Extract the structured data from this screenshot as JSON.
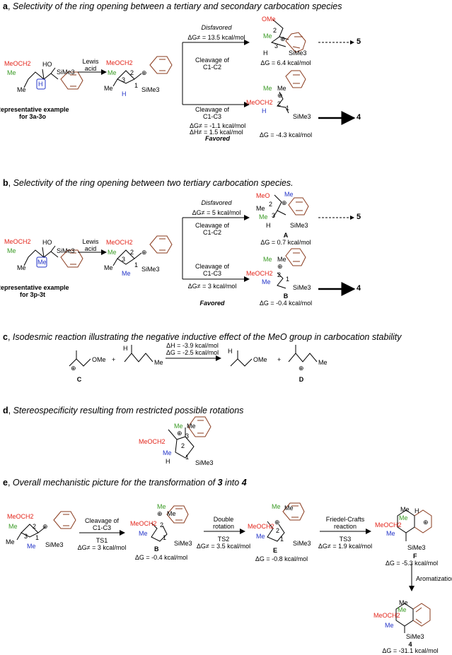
{
  "sections": {
    "a": {
      "letter": "a",
      "title": "Selectivity of the ring opening between a tertiary and secondary carbocation species"
    },
    "b": {
      "letter": "b",
      "title": "Selectivity of the ring opening between two tertiary carbocation species."
    },
    "c": {
      "letter": "c",
      "title": "Isodesmic reaction illustrating the negative inductive effect of the MeO group in carbocation stability"
    },
    "d": {
      "letter": "d",
      "title": "Stereospecificity resulting from restricted possible rotations"
    },
    "e": {
      "letter": "e",
      "title_pre": "Overall mechanistic picture for the transformation of ",
      "n3": "3",
      "title_mid": " into ",
      "n4": "4"
    }
  },
  "a": {
    "rep_line1": "Representative example",
    "rep_line2": "for 3a-3o",
    "lewis1": "Lewis",
    "lewis2": "acid",
    "disfavored": "Disfavored",
    "dg_top": "ΔG≠ = 13.5 kcal/mol",
    "cleave_top1": "Cleavage of",
    "cleave_top2": "C1-C2",
    "cleave_bot1": "Cleavage of",
    "cleave_bot2": "C1-C3",
    "dg_bot": "ΔG≠ = -1.1 kcal/mol",
    "dh_bot": "ΔH≠ = 1.5 kcal/mol",
    "favored": "Favored",
    "dg_prod_top": "ΔG = 6.4 kcal/mol",
    "dg_prod_bot": "ΔG = -4.3 kcal/mol",
    "prod5": "5",
    "prod4": "4"
  },
  "b": {
    "rep_line1": "Representative example",
    "rep_line2": "for 3p-3t",
    "lewis1": "Lewis",
    "lewis2": "acid",
    "disfavored": "Disfavored",
    "dg_top": "ΔG≠ = 5 kcal/mol",
    "cleave_top1": "Cleavage of",
    "cleave_top2": "C1-C2",
    "cleave_bot1": "Cleavage of",
    "cleave_bot2": "C1-C3",
    "dg_bot": "ΔG≠ = 3 kcal/mol",
    "favored": "Favored",
    "label_A": "A",
    "dg_A": "ΔG = 0.7 kcal/mol",
    "label_B": "B",
    "dg_B": "ΔG = -0.4 kcal/mol",
    "prod5": "5",
    "prod4": "4"
  },
  "c": {
    "dh": "ΔH = -3.9 kcal/mol",
    "dg": "ΔG = -2.5 kcal/mol",
    "label_C": "C",
    "label_D": "D",
    "plus": "+",
    "ome": "OMe",
    "me": "Me",
    "h": "H"
  },
  "e": {
    "step1_1": "Cleavage of",
    "step1_2": "C1-C3",
    "step1_ts": "TS1",
    "step1_dg": "ΔG≠ = 3 kcal/mol",
    "step2_1": "Double",
    "step2_2": "rotation",
    "step2_ts": "TS2",
    "step2_dg": "ΔG≠ = 3.5 kcal/mol",
    "step3_1": "Friedel-Crafts",
    "step3_2": "reaction",
    "step3_ts": "TS3",
    "step3_dg": "ΔG≠ = 1.9 kcal/mol",
    "label_B": "B",
    "dg_B": "ΔG = -0.4 kcal/mol",
    "label_E": "E",
    "dg_E": "ΔG = -0.8 kcal/mol",
    "label_F": "F",
    "dg_F": "ΔG = -5.3 kcal/mol",
    "aromatization": "Aromatization",
    "label_4": "4",
    "dg_4": "ΔG = -31.1 kcal/mol"
  },
  "atoms": {
    "meoch2": "MeOCH2",
    "meo": "MeO",
    "ome": "OMe",
    "me": "Me",
    "h": "H",
    "ho": "HO",
    "sime3": "SiMe3",
    "n1": "1",
    "n2": "2",
    "n3": "3",
    "plus": "⊕"
  },
  "colors": {
    "red": "#e3261c",
    "green": "#3a9a25",
    "blue": "#2334c8",
    "brown": "#8a3b1e"
  }
}
